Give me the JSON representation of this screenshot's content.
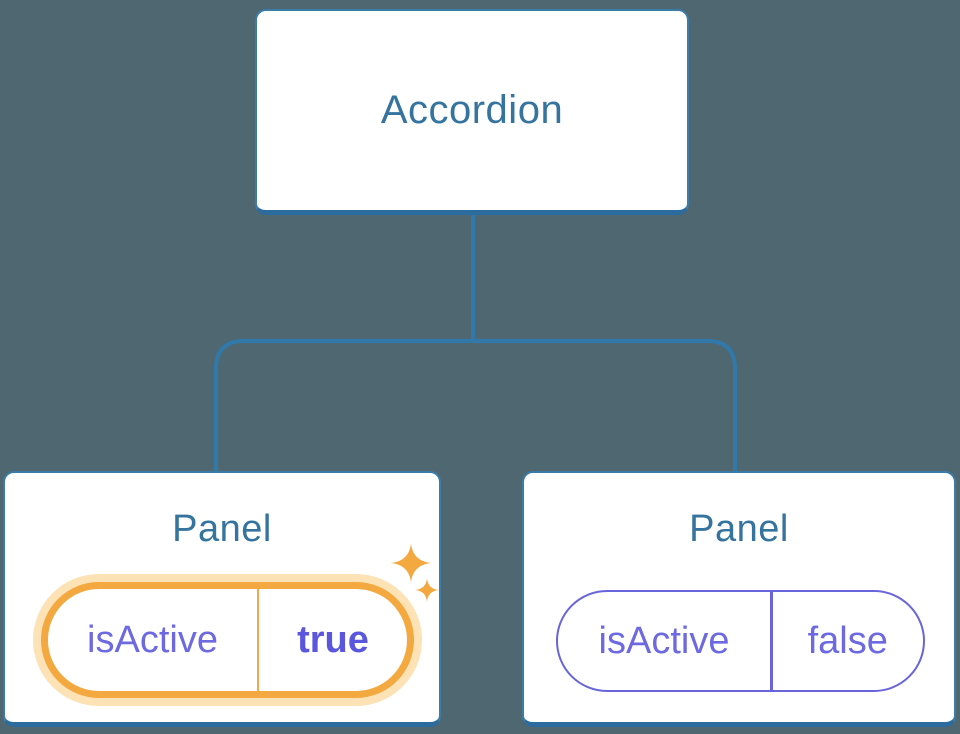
{
  "colors": {
    "background": "#4E6770",
    "node_border_blue": "#3A7BA8",
    "connector_blue": "#3179AB",
    "heading_blue": "#35749E",
    "state_purple": "#6C69E1",
    "state_purple_bold": "#5A57DE",
    "highlight_orange": "#F3A840",
    "highlight_orange_halo": "#FCE2B4"
  },
  "tree": {
    "root": {
      "label": "Accordion"
    },
    "children": [
      {
        "label": "Panel",
        "state": {
          "key": "isActive",
          "value": "true",
          "highlighted": true
        }
      },
      {
        "label": "Panel",
        "state": {
          "key": "isActive",
          "value": "false",
          "highlighted": false
        }
      }
    ]
  },
  "icons": [
    {
      "name": "sparkles-icon",
      "meaning": "highlighted changed state"
    }
  ]
}
